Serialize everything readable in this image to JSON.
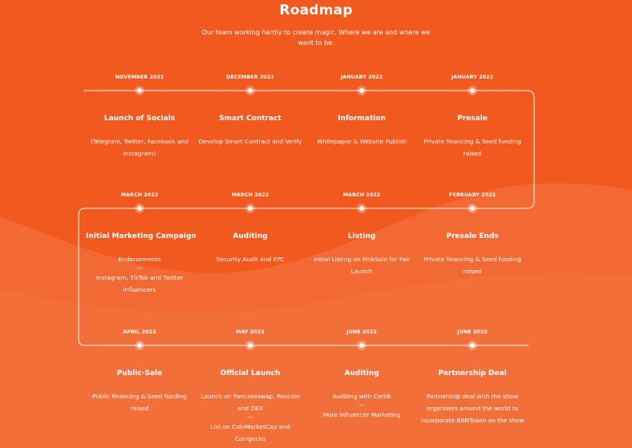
{
  "header": {
    "title": "Roadmap",
    "subtitle": "Our team working hardly to create magic. Where we are and where we want to be."
  },
  "colors": {
    "background": "#f2591f",
    "wave": "#f36f3c",
    "line": "#ffffff"
  },
  "rows": [
    {
      "items": [
        {
          "date": "NOVEMBER 2021",
          "title": "Launch of Socials",
          "desc": [
            "(Telegram, Twitter, Facebook and Instagram)"
          ]
        },
        {
          "date": "DECEMBER 2021",
          "title": "Smart Contract",
          "desc": [
            "Develop Smart Contract and Verify"
          ]
        },
        {
          "date": "JANUARY 2022",
          "title": "Information",
          "desc": [
            "Whitepaper & Website Publish"
          ]
        },
        {
          "date": "JANUARY 2022",
          "title": "Presale",
          "desc": [
            "Private financing & Seed funding raised"
          ]
        }
      ]
    },
    {
      "items": [
        {
          "date": "MARCH 2022",
          "title": "Initial Marketing Campaign",
          "desc": [
            "Endorsements",
            "Instagram, TikTok and Twitter influencers"
          ]
        },
        {
          "date": "MARCH 2022",
          "title": "Auditing",
          "desc": [
            "Security Audit and KYC"
          ]
        },
        {
          "date": "MARCH 2022",
          "title": "Listing",
          "desc": [
            "Initial Listing on PinkSale for Fair Launch"
          ]
        },
        {
          "date": "FEBRUARY 2022",
          "title": "Presale Ends",
          "desc": [
            "Private financing & Seed funding raised"
          ]
        }
      ]
    },
    {
      "items": [
        {
          "date": "APRIL 2022",
          "title": "Public-Sale",
          "desc": [
            "Public financing & Seed funding raised"
          ]
        },
        {
          "date": "MAY 2022",
          "title": "Official Launch",
          "desc": [
            "Launch on Pancakeswap, Poocoin and DEX",
            "List on CoinMarketCap and Coingecko"
          ]
        },
        {
          "date": "JUNE 2022",
          "title": "Auditing",
          "desc": [
            "Auditing with Certik",
            "More influencer Marketing"
          ]
        },
        {
          "date": "JUNE 2022",
          "title": "Partnership Deal",
          "desc": [
            "Partnership deal with the show organisers around the world to incorporate BBNToken on the show"
          ]
        }
      ]
    }
  ]
}
